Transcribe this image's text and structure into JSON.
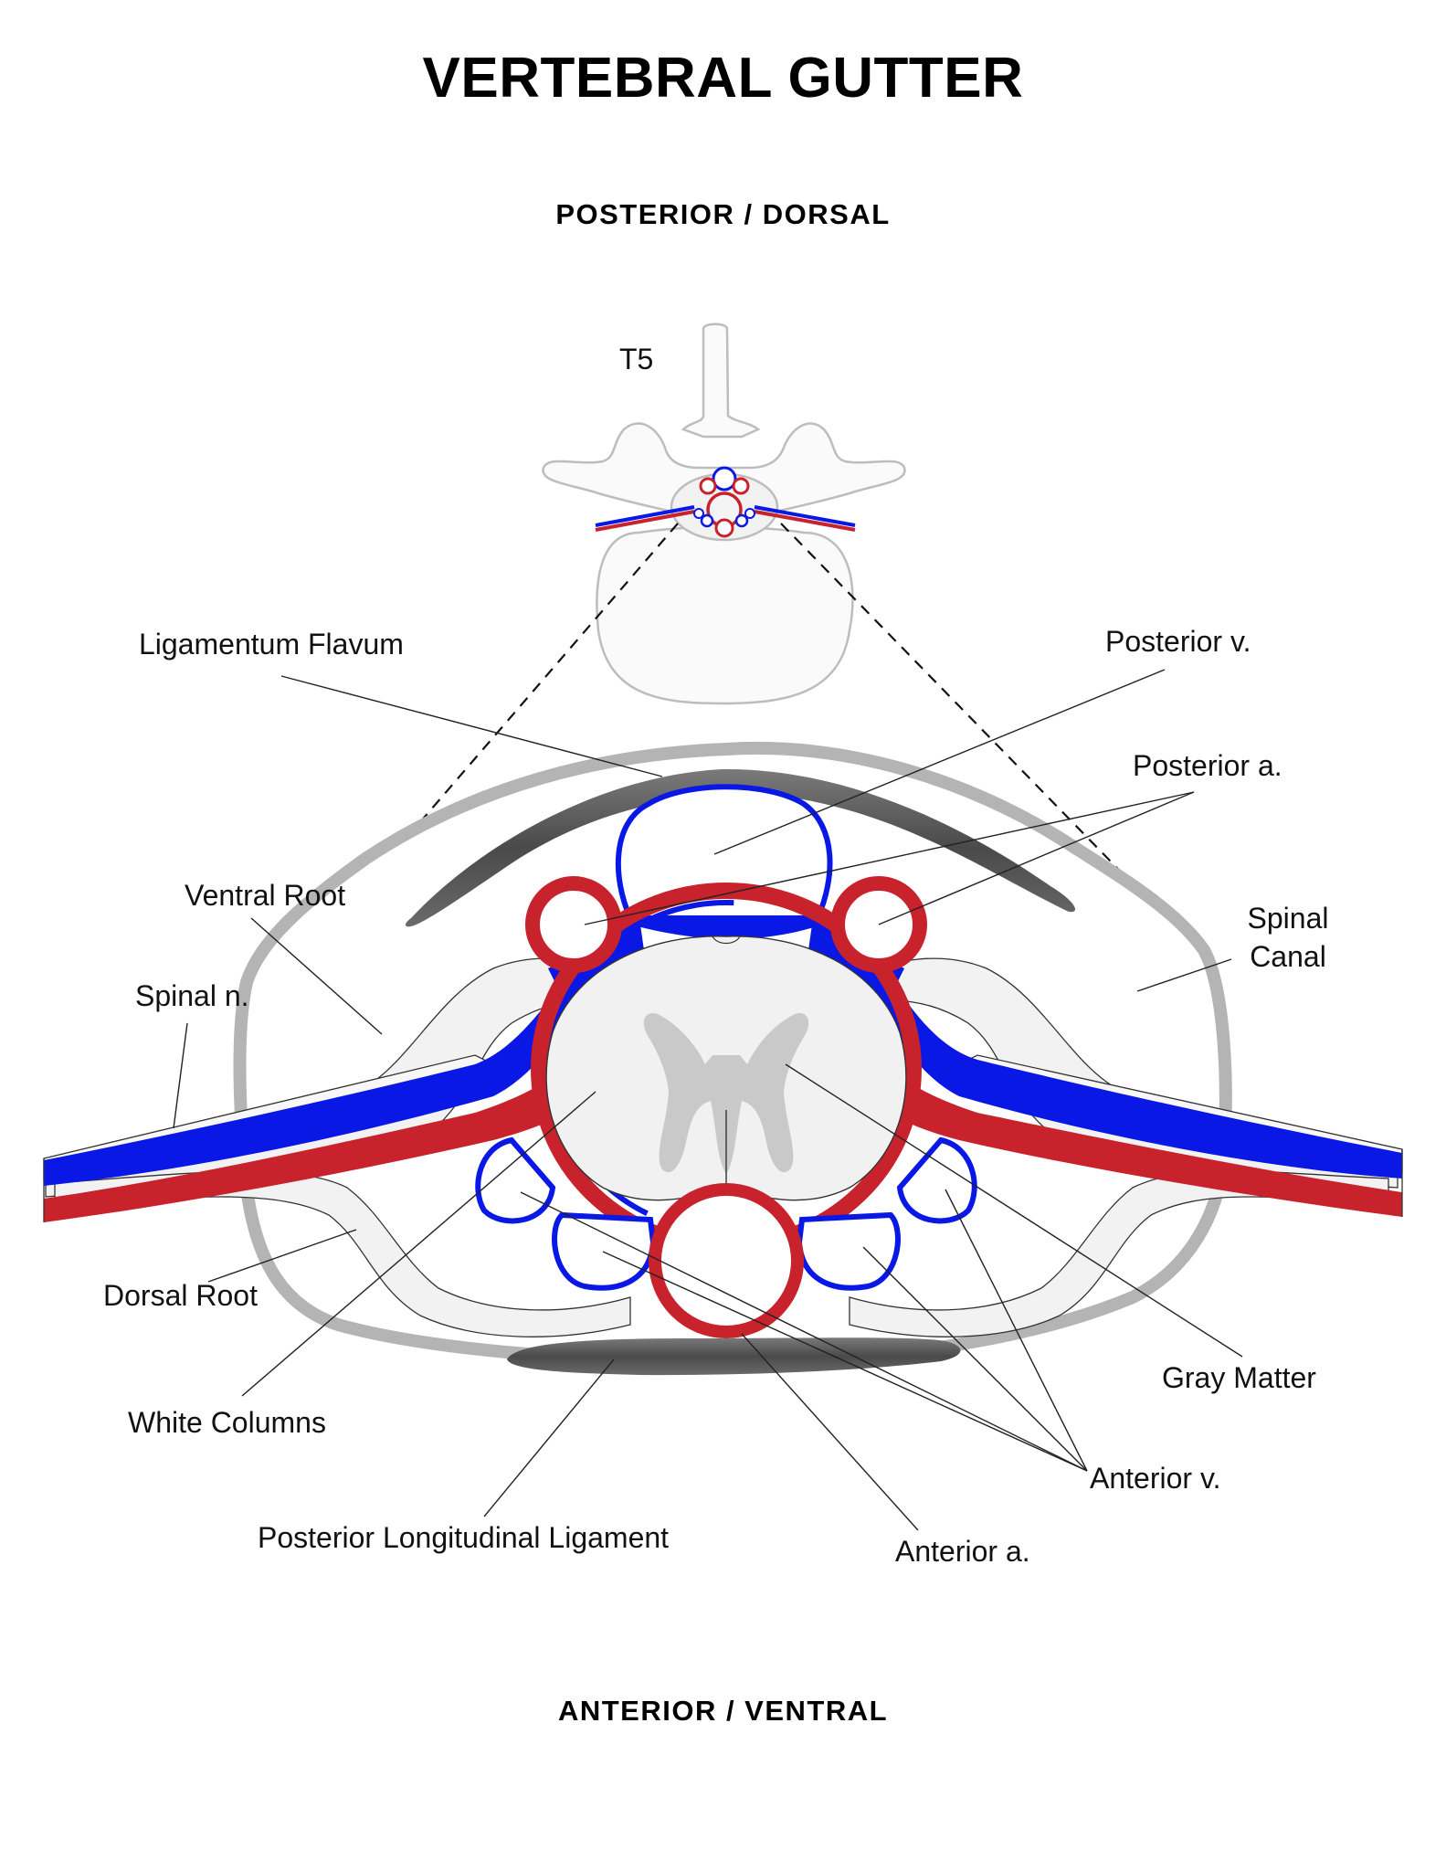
{
  "title": "VERTEBRAL GUTTER",
  "orientation": {
    "top": "POSTERIOR / DORSAL",
    "bottom": "ANTERIOR / VENTRAL"
  },
  "vertebra_level": "T5",
  "labels": {
    "ligamentum_flavum": "Ligamentum Flavum",
    "posterior_v": "Posterior v.",
    "posterior_a": "Posterior a.",
    "ventral_root": "Ventral Root",
    "spinal_canal_line1": "Spinal",
    "spinal_canal_line2": "Canal",
    "spinal_n": "Spinal n.",
    "dorsal_root": "Dorsal Root",
    "gray_matter": "Gray Matter",
    "white_columns": "White Columns",
    "anterior_v": "Anterior v.",
    "posterior_longitudinal_ligament": "Posterior Longitudinal Ligament",
    "anterior_a": "Anterior a."
  },
  "colors": {
    "artery": "#c8232c",
    "vein": "#0a18e6",
    "canal_wall": "#b4b4b4",
    "ligament": "#555555",
    "gray_matter": "#c9c9c9",
    "tissue": "#efefef"
  }
}
